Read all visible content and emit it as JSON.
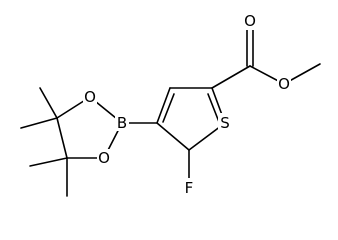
{
  "molecule": {
    "atoms": {
      "carbonyl_o": "O",
      "ester_o": "O",
      "sulfur": "S",
      "fluorine": "F",
      "boron": "B",
      "ring_o_top": "O",
      "ring_o_bottom": "O"
    }
  }
}
